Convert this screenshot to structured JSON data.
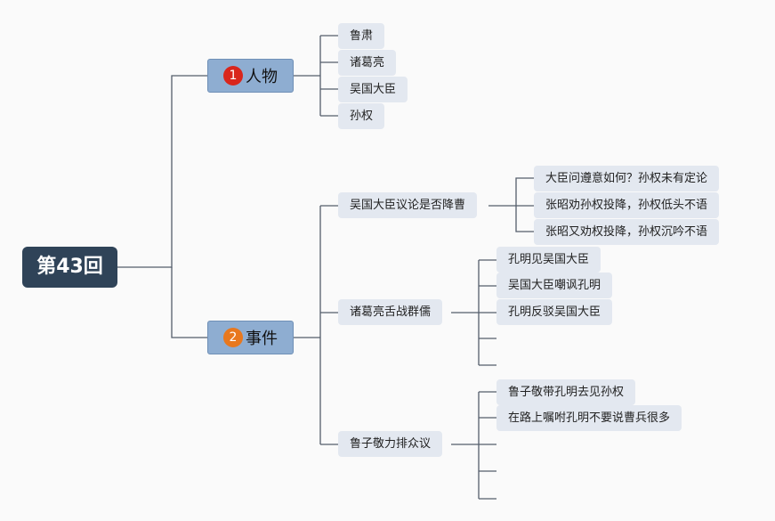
{
  "root": {
    "label": "第43回"
  },
  "branches": [
    {
      "badge": "1",
      "badge_color": "#d9261c",
      "label": "人物",
      "items": [
        "鲁肃",
        "诸葛亮",
        "吴国大臣",
        "孙权"
      ]
    },
    {
      "badge": "2",
      "badge_color": "#e8781e",
      "label": "事件",
      "topics": [
        {
          "label": "吴国大臣议论是否降曹",
          "items": [
            "大臣问遵意如何？孙权未有定论",
            "张昭劝孙权投降，孙权低头不语",
            "张昭又劝权投降，孙权沉吟不语"
          ]
        },
        {
          "label": "诸葛亮舌战群儒",
          "items": [
            "孔明见吴国大臣",
            "吴国大臣嘲讽孔明",
            "孔明反驳吴国大臣"
          ]
        },
        {
          "label": "鲁子敬力排众议",
          "items": [
            "鲁子敬带孔明去见孙权",
            "在路上嘱咐孔明不要说曹兵很多"
          ]
        }
      ]
    }
  ],
  "colors": {
    "line": "#555e6b",
    "leaf_bg": "#e3e8f0",
    "branch_bg": "#8eadd1",
    "root_bg": "#2f4358"
  }
}
